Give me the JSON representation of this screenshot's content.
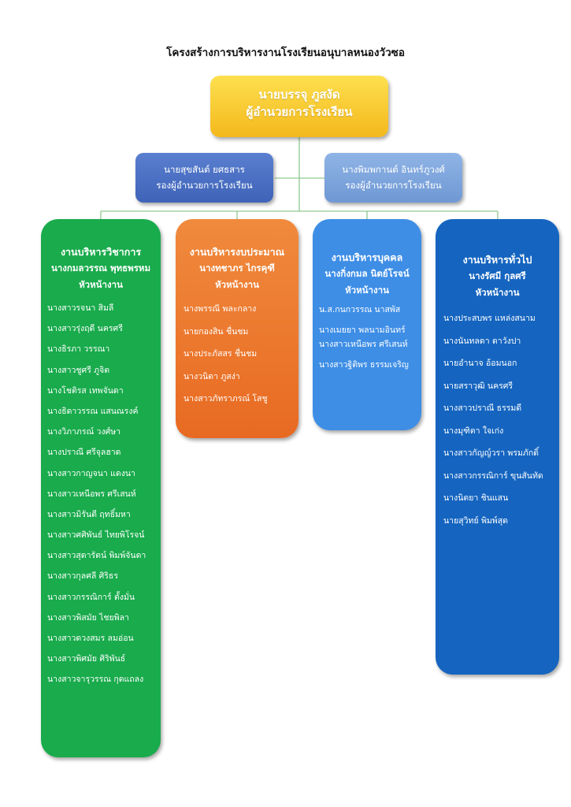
{
  "title": "โครงสร้างการบริหารงานโรงเรียนอนุบาลหนองวัวซอ",
  "director": {
    "name": "นายบรรจุ ภูสงัด",
    "role": "ผู้อำนวยการโรงเรียน"
  },
  "deputies": [
    {
      "name": "นายสุขสันต์ ยศธสาร",
      "role": "รองผู้อำนวยการโรงเรียน"
    },
    {
      "name": "นางพิมพกานต์ อินทร์ภูวงศ์",
      "role": "รองผู้อำนวยการโรงเรียน"
    }
  ],
  "departments": [
    {
      "title": "งานบริหารวิชาการ",
      "lead": "นางกมลวรรณ พุทธพรหม",
      "role": "หัวหน้างาน",
      "members": [
        "นางสาวรจนา สิมลี",
        "นางสาวรุ่งฤดี นครศรี",
        "นางธิรภา วรรณา",
        "นางสาวชูศรี ภูจิต",
        "นางโชติรส เทพจันดา",
        "นางธิดาวรรณ แสนณรงค์",
        "นางวิภาภรณ์ วงศ์ษา",
        "นางปราณี ศรีจุลฮาด",
        "นางสาวกาญจนา แดงนา",
        "นางสาวเหนือพร ศรีเสนห์",
        "นางสาวมิรันตี ฤทธิ์มหา",
        "นางสาวศศิพันธ์ ไทยพิโรจน์",
        "นางสาวสุดารัตน์ พิมพ์จันดา",
        "นางสาวกุลศลี ศิริธร",
        "นางสาวกรรณิการ์ ตั้งมั่น",
        "นางสาวพิสมัย ไชยพิลา",
        "นางสาวดวงสมร ลมอ่อน",
        "นางสาวพิศมัย ศิริพันธ์",
        "นางสาวจารุวรรณ กุดแถลง"
      ]
    },
    {
      "title": "งานบริหารงบประมาณ",
      "lead": "นางทชาภร ไกรคุฑี",
      "role": "หัวหน้างาน",
      "members": [
        "นางพรรณี พละกลาง",
        "นายกองสิน ชื่นชม",
        "นางประภัสสร ชื่นชม",
        "นางวนิดา ภูสง่า",
        "นางสาวภัทราภรณ์ โสชู"
      ]
    },
    {
      "title": "งานบริหารบุคคล",
      "lead": "นางกิ่งกมล นิตย์โรจน์",
      "role": "หัวหน้างาน",
      "members": [
        "น.ส.กนกวรรณ นาสพัส",
        "นางเมยยา พลนามอินทร์ นางสาวเหนือพร ศรีเสนห์",
        "นางสาวฐิติพร ธรรมเจริญ"
      ]
    },
    {
      "title": "งานบริหารทั่วไป",
      "lead": "นางรัศมี กุลศรี",
      "role": "หัวหน้างาน",
      "members": [
        "นางประสบพร แหล่งสนาม",
        "นางนันทลดา ดาวังปา",
        "นายอำนาจ อ้อมนอก",
        "นายสราวุฒิ นครศรี",
        "นางสาวปราณี ธรรมดี",
        "นางมุฑิตา ใจเก่ง",
        "นางสาวกัญญ์วรา พรมภักดิ์",
        "นางสาวกรรณิการ์ ขุนสันทัด",
        "นางนิตยา ชินแสน",
        "นายสุวิทย์ พิมพ์สุด"
      ]
    }
  ],
  "colors": {
    "director": "#f4b81c",
    "deputy_1": "#3e63b8",
    "deputy_2": "#6f98d4",
    "academic": "#19ab4c",
    "budget": "#e86a22",
    "personnel": "#3e8ee6",
    "general": "#1565c0",
    "connector": "#8fc98f"
  }
}
